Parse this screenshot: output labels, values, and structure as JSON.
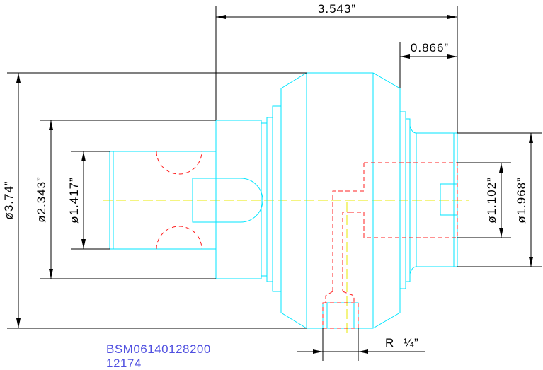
{
  "drawing": {
    "part_number": "BSM06140128200",
    "part_code": "12174"
  },
  "dimensions": {
    "overall_length": "3.543”",
    "right_step_length": "0.866”",
    "dia_body": "ø3.74”",
    "dia_flange": "ø2.343”",
    "dia_pilot": "ø1.417”",
    "dia_shank_bore": "ø1.102”",
    "dia_shank": "ø1.968”",
    "radius_label": "R",
    "radius_value": "¼”"
  },
  "colors": {
    "outline": "#00e5ff",
    "hidden": "#ff2020",
    "centerline": "#e8e800",
    "dimension": "#000000",
    "note": "#5050e0"
  }
}
